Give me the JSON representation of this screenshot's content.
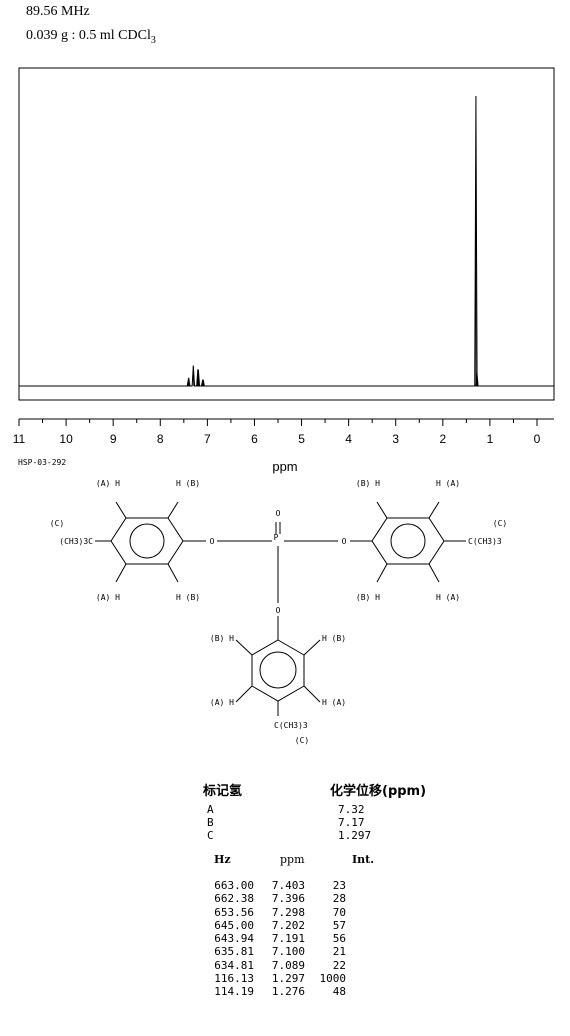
{
  "header": {
    "frequency": "89.56 MHz",
    "sample_main": "0.039 g : 0.5 ml CDCl",
    "sample_sub": "3"
  },
  "chart_data": {
    "type": "line",
    "xlabel": "ppm",
    "xlim": [
      11,
      0
    ],
    "x_reversed": true,
    "x_ticks": [
      "11",
      "10",
      "9",
      "8",
      "7",
      "6",
      "5",
      "4",
      "3",
      "2",
      "1",
      "0"
    ],
    "grid": false,
    "series": [
      {
        "peaks": [
          {
            "ppm": 7.403,
            "intensity": 23
          },
          {
            "ppm": 7.396,
            "intensity": 28
          },
          {
            "ppm": 7.298,
            "intensity": 70
          },
          {
            "ppm": 7.202,
            "intensity": 57
          },
          {
            "ppm": 7.191,
            "intensity": 56
          },
          {
            "ppm": 7.1,
            "intensity": 21
          },
          {
            "ppm": 7.089,
            "intensity": 22
          },
          {
            "ppm": 1.297,
            "intensity": 1000
          },
          {
            "ppm": 1.276,
            "intensity": 48
          }
        ]
      }
    ]
  },
  "sample_code": "HSP-03-292",
  "structure": {
    "phosphorus": "P",
    "oxygen": "O",
    "labels": {
      "left_ha_top": "(A) H",
      "left_hb_top": "H (B)",
      "left_ha_bot": "(A) H",
      "left_hb_bot": "H (B)",
      "left_c": "(C)",
      "left_tbu": "(CH3)3C",
      "right_hb_top": "(B) H",
      "right_ha_top": "H (A)",
      "right_hb_bot": "(B) H",
      "right_ha_bot": "H (A)",
      "right_c": "(C)",
      "right_tbu": "C(CH3)3",
      "bot_hb_l": "(B) H",
      "bot_hb_r": "H (B)",
      "bot_ha_l": "(A) H",
      "bot_ha_r": "H (A)",
      "bot_tbu": "C(CH3)3",
      "bot_c": "(C)"
    }
  },
  "assignments": {
    "header_label": "标记氢",
    "header_shift": "化学位移(ppm)",
    "rows": [
      {
        "label": "A",
        "shift": "7.32"
      },
      {
        "label": "B",
        "shift": "7.17"
      },
      {
        "label": "C",
        "shift": "1.297"
      }
    ]
  },
  "peak_table": {
    "columns": [
      "Hz",
      "ppm",
      "Int."
    ],
    "rows": [
      [
        "663.00",
        "7.403",
        "23"
      ],
      [
        "662.38",
        "7.396",
        "28"
      ],
      [
        "653.56",
        "7.298",
        "70"
      ],
      [
        "645.00",
        "7.202",
        "57"
      ],
      [
        "643.94",
        "7.191",
        "56"
      ],
      [
        "635.81",
        "7.100",
        "21"
      ],
      [
        "634.81",
        "7.089",
        "22"
      ],
      [
        "116.13",
        "1.297",
        "1000"
      ],
      [
        "114.19",
        "1.276",
        "48"
      ]
    ]
  }
}
